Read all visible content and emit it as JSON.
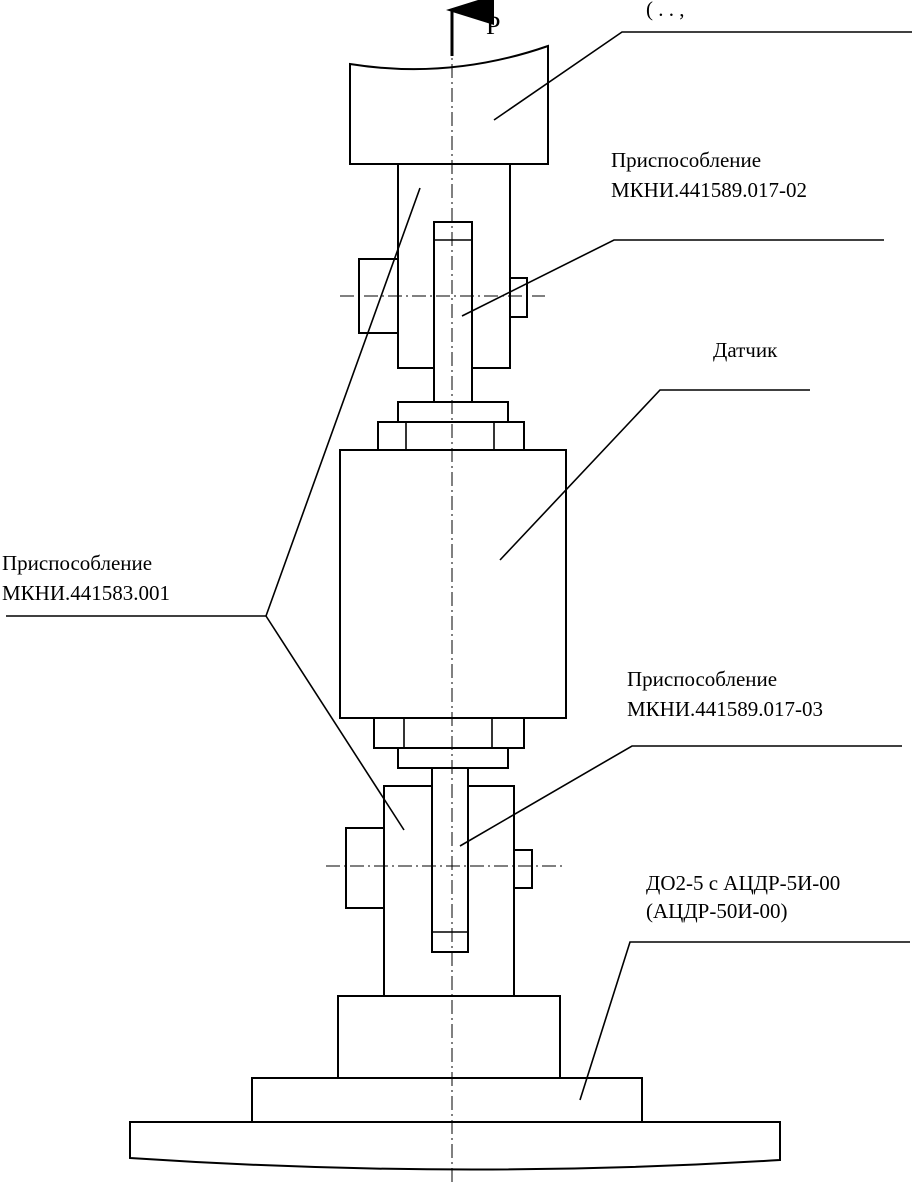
{
  "force_label": "P",
  "top_label_fragment": "(  . .          ,",
  "fixture_top": {
    "line1": "Приспособление",
    "line2": "МКНИ.441589.017-02"
  },
  "sensor": {
    "label": "Датчик"
  },
  "fixture_left": {
    "line1": "Приспособление",
    "line2": "МКНИ.441583.001"
  },
  "fixture_bottom": {
    "line1": "Приспособление",
    "line2": "МКНИ.441589.017-03"
  },
  "base": {
    "line1": "ДО2-5 с АЦДР-5И-00",
    "line2": "(АЦДР-50И-00)"
  }
}
